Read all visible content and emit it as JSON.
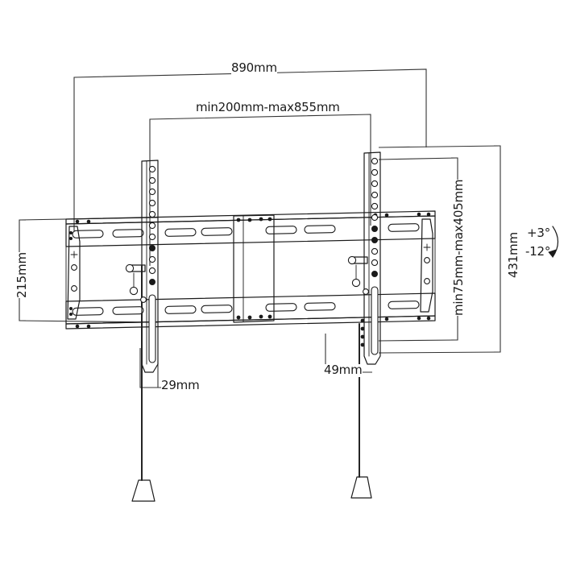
{
  "drawing": {
    "title": "TV wall mount bracket technical dimension drawing",
    "background_color": "#ffffff",
    "line_color": "#1a1a1a",
    "text_color": "#1a1a1a"
  },
  "dimensions": {
    "overall_width": "890mm",
    "vesa_width_range": "min200mm-max855mm",
    "wall_plate_height": "215mm",
    "overall_height": "431mm",
    "vesa_height_range": "min75mm-max405mm",
    "depth_left": "29mm",
    "depth_right": "49mm"
  },
  "tilt": {
    "up": "+3°",
    "down": "-12°"
  }
}
